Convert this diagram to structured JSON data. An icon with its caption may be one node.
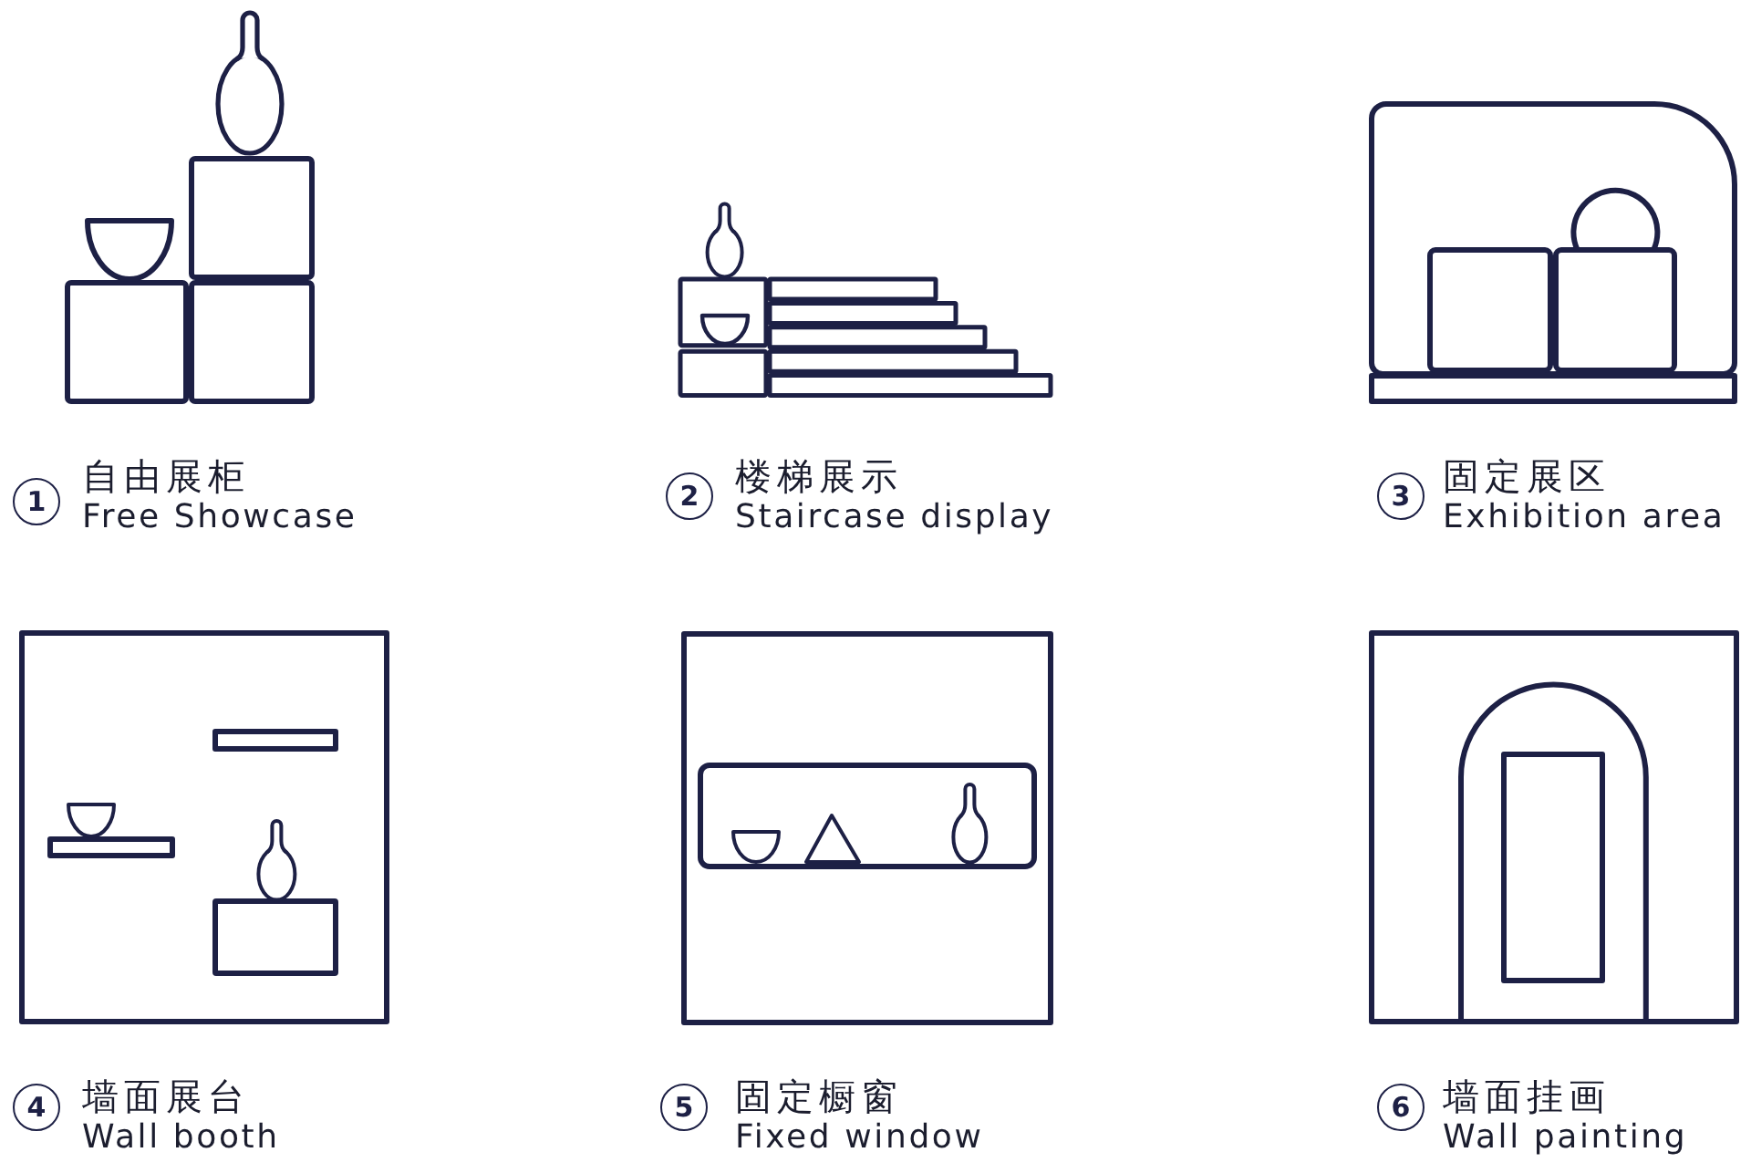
{
  "diagram": {
    "nodes": [
      {
        "text": [
          "1"
        ],
        "beside": [
          "自由展柜",
          "Free Showcase"
        ]
      },
      {
        "text": [
          "2"
        ],
        "beside": [
          "楼梯展示",
          "Staircase display"
        ]
      },
      {
        "text": [
          "3"
        ],
        "beside": [
          "固定展区",
          "Exhibition area"
        ]
      },
      {
        "text": [
          "4"
        ],
        "beside": [
          "墙面展台",
          "Wall booth"
        ]
      },
      {
        "text": [
          "5"
        ],
        "beside": [
          "固定橱窗",
          "Fixed window"
        ]
      },
      {
        "text": [
          "6"
        ],
        "beside": [
          "墙面挂画",
          "Wall painting"
        ]
      }
    ]
  }
}
